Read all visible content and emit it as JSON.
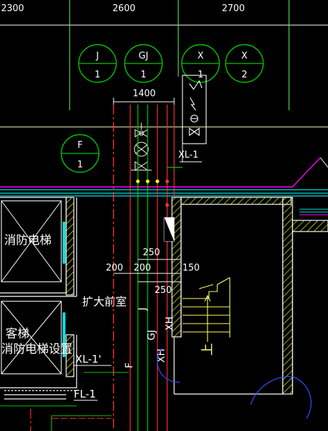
{
  "dimensions": {
    "top": [
      "2300",
      "2600",
      "2700"
    ],
    "pipe_width": "1400",
    "shaft": [
      "250",
      "200",
      "200",
      "150",
      "250"
    ]
  },
  "axis_bubbles": [
    {
      "letter": "J",
      "number": "1"
    },
    {
      "letter": "GJ",
      "number": "1"
    },
    {
      "letter": "X",
      "number": "1"
    },
    {
      "letter": "X",
      "number": "2"
    },
    {
      "letter": "F",
      "number": "1"
    }
  ],
  "rooms": {
    "fire_elevator": "消防电梯",
    "passenger_elevator_line1": "客梯",
    "passenger_elevator_line2": "消防电梯设置",
    "anteroom": "扩大前室"
  },
  "pipe_labels": {
    "xl_1": "XL-1",
    "xl_1_prime": "XL-1'",
    "fl_1": "FL-1",
    "f": "F",
    "j": "J",
    "gj": "GJ",
    "xh_left": "XH",
    "xh_right": "XH",
    "stair_up": "上"
  },
  "colors": {
    "background": "#000000",
    "dimension": "#ffffff",
    "axis_bubble": "#00c800",
    "grid_line": "#66ff66",
    "wall_band": "#00e0e0",
    "slab_edge": "#ff00ff",
    "wall_outline": "#ffffff",
    "wall_hatch": "#ffff00",
    "pipe_red": "#ff3030",
    "pipe_green": "#00d000",
    "stair": "#ffff66",
    "text_yellow": "#ffff80",
    "door_blue": "#3050ff"
  }
}
